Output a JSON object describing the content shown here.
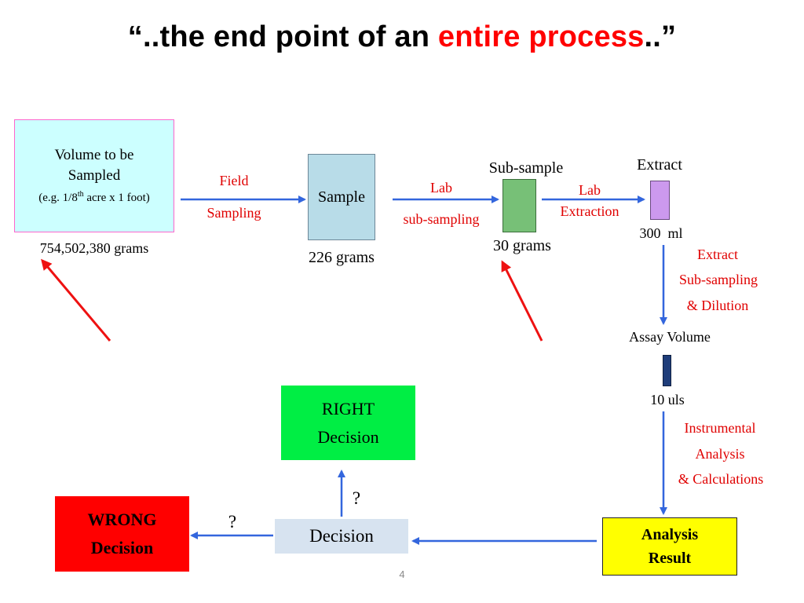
{
  "title": {
    "prefix": "“..the end point of an ",
    "highlight": "entire process",
    "suffix": "..”"
  },
  "volume_box": {
    "line1": "Volume to be",
    "line2": "Sampled",
    "example_prefix": "(e.g. 1/8",
    "example_sup": "th",
    "example_suffix": " acre x 1 foot)",
    "mass": "754,502,380 grams"
  },
  "field_sampling": {
    "line1": "Field",
    "line2": "Sampling"
  },
  "sample": {
    "label": "Sample",
    "mass": "226 grams"
  },
  "lab_subsampling": {
    "line1": "Lab",
    "line2": "sub-sampling"
  },
  "subsample": {
    "label": "Sub-sample",
    "mass": "30 grams"
  },
  "lab_extraction": {
    "line1": "Lab",
    "line2": "Extraction"
  },
  "extract": {
    "label": "Extract",
    "volume": "300  ml"
  },
  "extract_subsampling": {
    "line1": "Extract",
    "line2": "Sub-sampling",
    "line3": "& Dilution"
  },
  "assay": {
    "label": "Assay Volume",
    "volume": "10 uls"
  },
  "instrumental": {
    "line1": "Instrumental",
    "line2": "Analysis",
    "line3": "& Calculations"
  },
  "analysis_result": {
    "line1": "Analysis",
    "line2": "Result"
  },
  "decision": {
    "label": "Decision",
    "q_up": "?",
    "q_left": "?"
  },
  "right_decision": {
    "line1": "RIGHT",
    "line2": "Decision"
  },
  "wrong_decision": {
    "line1": "WRONG",
    "line2": "Decision"
  },
  "page_number": "4",
  "colors": {
    "flow_arrow": "#3366dd",
    "pointer_arrow": "#ee1111",
    "step_label": "#e00000",
    "volume_fill": "#ccffff",
    "volume_border": "#ff66cc",
    "sample_fill": "#b8dce8",
    "subsample_fill": "#77c077",
    "extract_fill": "#cc99ee",
    "assay_fill": "#1f3d7a",
    "analysis_fill": "#ffff00",
    "decision_fill": "#d7e3f0",
    "right_fill": "#00ee44",
    "wrong_fill": "#ff0000"
  }
}
